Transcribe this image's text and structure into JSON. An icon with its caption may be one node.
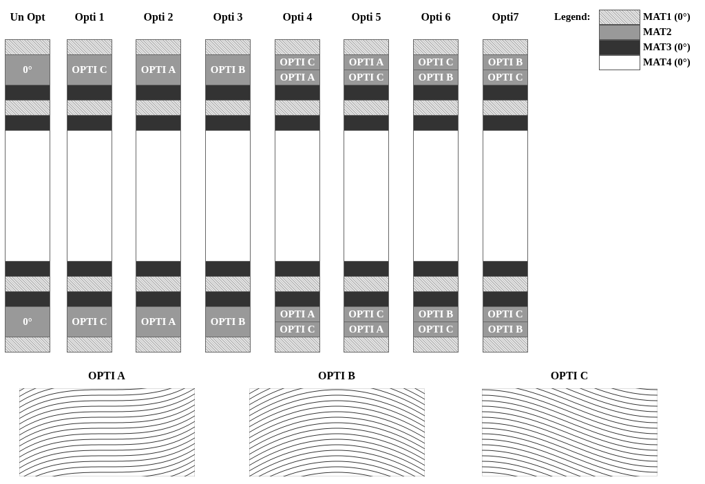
{
  "diagram": {
    "nodes": [
      {
        "text": [
          "Un Opt"
        ]
      },
      {
        "text": [],
        "shape": "box",
        "in": 0
      },
      {
        "text": [
          "0°"
        ],
        "in": 0
      },
      {
        "text": [],
        "shape": "box",
        "in": 0
      },
      {
        "text": [],
        "shape": "box",
        "in": 0
      },
      {
        "text": [],
        "shape": "box",
        "in": 0
      },
      {
        "text": [],
        "shape": "box",
        "in": 0
      },
      {
        "text": [],
        "shape": "box",
        "in": 0
      },
      {
        "text": [],
        "shape": "box",
        "in": 0
      },
      {
        "text": [],
        "shape": "box",
        "in": 0
      },
      {
        "text": [
          "0°"
        ],
        "in": 0
      },
      {
        "text": [],
        "shape": "box",
        "in": 0
      },
      {
        "text": [
          "Opti 1"
        ]
      },
      {
        "text": [],
        "shape": "box",
        "in": 12
      },
      {
        "text": [
          "OPTI C"
        ],
        "in": 12
      },
      {
        "text": [],
        "shape": "box",
        "in": 12
      },
      {
        "text": [],
        "shape": "box",
        "in": 12
      },
      {
        "text": [],
        "shape": "box",
        "in": 12
      },
      {
        "text": [],
        "shape": "box",
        "in": 12
      },
      {
        "text": [],
        "shape": "box",
        "in": 12
      },
      {
        "text": [],
        "shape": "box",
        "in": 12
      },
      {
        "text": [],
        "shape": "box",
        "in": 12
      },
      {
        "text": [
          "OPTI C"
        ],
        "in": 12
      },
      {
        "text": [],
        "shape": "box",
        "in": 12
      },
      {
        "text": [
          "Opti 2"
        ]
      },
      {
        "text": [],
        "shape": "box",
        "in": 24
      },
      {
        "text": [
          "OPTI A"
        ],
        "in": 24
      },
      {
        "text": [],
        "shape": "box",
        "in": 24
      },
      {
        "text": [],
        "shape": "box",
        "in": 24
      },
      {
        "text": [],
        "shape": "box",
        "in": 24
      },
      {
        "text": [],
        "shape": "box",
        "in": 24
      },
      {
        "text": [],
        "shape": "box",
        "in": 24
      },
      {
        "text": [],
        "shape": "box",
        "in": 24
      },
      {
        "text": [],
        "shape": "box",
        "in": 24
      },
      {
        "text": [
          "OPTI A"
        ],
        "in": 24
      },
      {
        "text": [],
        "shape": "box",
        "in": 24
      },
      {
        "text": [
          "Opti 3"
        ]
      },
      {
        "text": [],
        "shape": "box",
        "in": 36
      },
      {
        "text": [
          "OPTI B"
        ],
        "in": 36
      },
      {
        "text": [],
        "shape": "box",
        "in": 36
      },
      {
        "text": [],
        "shape": "box",
        "in": 36
      },
      {
        "text": [],
        "shape": "box",
        "in": 36
      },
      {
        "text": [],
        "shape": "box",
        "in": 36
      },
      {
        "text": [],
        "shape": "box",
        "in": 36
      },
      {
        "text": [],
        "shape": "box",
        "in": 36
      },
      {
        "text": [],
        "shape": "box",
        "in": 36
      },
      {
        "text": [
          "OPTI B"
        ],
        "in": 36
      },
      {
        "text": [],
        "shape": "box",
        "in": 36
      },
      {
        "text": [
          "Opti 4"
        ]
      },
      {
        "text": [],
        "shape": "box",
        "in": 48
      },
      {
        "text": [
          "OPTI C"
        ],
        "in": 48
      },
      {
        "text": [
          "OPTI A"
        ],
        "in": 48
      },
      {
        "text": [],
        "shape": "box",
        "in": 48
      },
      {
        "text": [],
        "shape": "box",
        "in": 48
      },
      {
        "text": [],
        "shape": "box",
        "in": 48
      },
      {
        "text": [],
        "shape": "box",
        "in": 48
      },
      {
        "text": [],
        "shape": "box",
        "in": 48
      },
      {
        "text": [],
        "shape": "box",
        "in": 48
      },
      {
        "text": [],
        "shape": "box",
        "in": 48
      },
      {
        "text": [
          "OPTI A"
        ],
        "in": 48
      },
      {
        "text": [
          "OPTI C"
        ],
        "in": 48
      },
      {
        "text": [],
        "shape": "box",
        "in": 48
      },
      {
        "text": [
          "Opti 5"
        ]
      },
      {
        "text": [],
        "shape": "box",
        "in": 62
      },
      {
        "text": [
          "OPTI A"
        ],
        "in": 62
      },
      {
        "text": [
          "OPTI C"
        ],
        "in": 62
      },
      {
        "text": [],
        "shape": "box",
        "in": 62
      },
      {
        "text": [],
        "shape": "box",
        "in": 62
      },
      {
        "text": [],
        "shape": "box",
        "in": 62
      },
      {
        "text": [],
        "shape": "box",
        "in": 62
      },
      {
        "text": [],
        "shape": "box",
        "in": 62
      },
      {
        "text": [],
        "shape": "box",
        "in": 62
      },
      {
        "text": [],
        "shape": "box",
        "in": 62
      },
      {
        "text": [
          "OPTI C"
        ],
        "in": 62
      },
      {
        "text": [
          "OPTI A"
        ],
        "in": 62
      },
      {
        "text": [],
        "shape": "box",
        "in": 62
      },
      {
        "text": [
          "Opti 6"
        ]
      },
      {
        "text": [],
        "shape": "box",
        "in": 76
      },
      {
        "text": [
          "OPTI C"
        ],
        "in": 76
      },
      {
        "text": [
          "OPTI B"
        ],
        "in": 76
      },
      {
        "text": [],
        "shape": "box",
        "in": 76
      },
      {
        "text": [],
        "shape": "box",
        "in": 76
      },
      {
        "text": [],
        "shape": "box",
        "in": 76
      },
      {
        "text": [],
        "shape": "box",
        "in": 76
      },
      {
        "text": [],
        "shape": "box",
        "in": 76
      },
      {
        "text": [],
        "shape": "box",
        "in": 76
      },
      {
        "text": [],
        "shape": "box",
        "in": 76
      },
      {
        "text": [
          "OPTI B"
        ],
        "in": 76
      },
      {
        "text": [
          "OPTI C"
        ],
        "in": 76
      },
      {
        "text": [],
        "shape": "box",
        "in": 76
      },
      {
        "text": [
          "Opti7"
        ]
      },
      {
        "text": [],
        "shape": "box",
        "in": 90
      },
      {
        "text": [
          "OPTI B"
        ],
        "in": 90
      },
      {
        "text": [
          "OPTI C"
        ],
        "in": 90
      },
      {
        "text": [],
        "shape": "box",
        "in": 90
      },
      {
        "text": [],
        "shape": "box",
        "in": 90
      },
      {
        "text": [],
        "shape": "box",
        "in": 90
      },
      {
        "text": [],
        "shape": "box",
        "in": 90
      },
      {
        "text": [],
        "shape": "box",
        "in": 90
      },
      {
        "text": [],
        "shape": "box",
        "in": 90
      },
      {
        "text": [],
        "shape": "box",
        "in": 90
      },
      {
        "text": [
          "OPTI C"
        ],
        "in": 90
      },
      {
        "text": [
          "OPTI B"
        ],
        "in": 90
      },
      {
        "text": [],
        "shape": "box",
        "in": 90
      },
      {
        "text": [
          "OPTI A"
        ]
      },
      {
        "text": [
          "OPTI B"
        ]
      },
      {
        "text": [
          "OPTI C"
        ]
      }
    ],
    "labels": [
      "Legend:"
    ],
    "legend": [
      {
        "text": "MAT1 (0°)"
      },
      {
        "text": "MAT2",
        "color": "#999999"
      },
      {
        "text": "MAT3 (0°)",
        "color": "#333333"
      },
      {
        "text": "MAT4 (0°)",
        "color": "#ffffff"
      }
    ]
  }
}
